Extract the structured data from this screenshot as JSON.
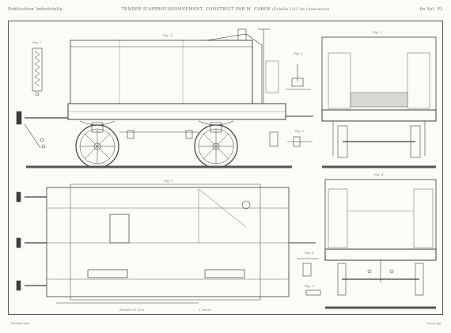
{
  "header": {
    "left": "Publication Industrielle.",
    "center_title": "TENDER D'APPROVISIONNEMENT, CONSTRUIT PAR M. CAROE",
    "center_sub": "(Échelle 1/15 de l'exécution)",
    "right_vol": "6e Vol.",
    "right_pl": "PL"
  },
  "figures": {
    "f1": "Fig. 1",
    "f2": "Fig. 2",
    "f3": "Fig. 3",
    "f4": "Fig. 4",
    "f5": "Fig. 5",
    "f6": "Fig. 6",
    "f7": "Fig. 7",
    "f8": "Fig. 8",
    "f9": "Fig. 9"
  },
  "scale_label": "Échelle de 1/15",
  "scale_metre": "1 mètre",
  "footer": {
    "left": "Dessiné par",
    "right": "Gravé par"
  },
  "colors": {
    "ink": "#3c3c3c",
    "paper": "#fbfbf8",
    "rail": "#555555"
  }
}
